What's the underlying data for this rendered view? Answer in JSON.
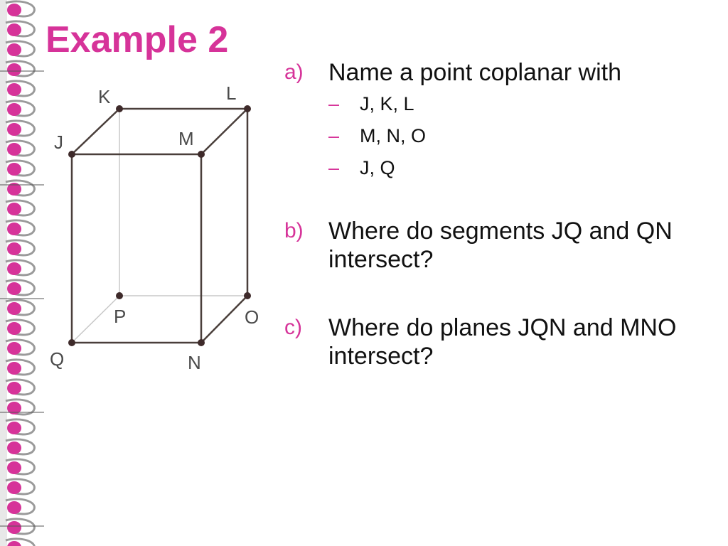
{
  "slide": {
    "title": "Example 2"
  },
  "figure": {
    "points": {
      "K": "K",
      "L": "L",
      "J": "J",
      "M": "M",
      "P": "P",
      "O": "O",
      "Q": "Q",
      "N": "N"
    }
  },
  "questions": [
    {
      "marker": "a)",
      "text": "Name a point coplanar with",
      "subitems": [
        {
          "dash": "–",
          "text": "J, K, L"
        },
        {
          "dash": "–",
          "text": "M, N, O"
        },
        {
          "dash": "–",
          "text": "J, Q"
        }
      ]
    },
    {
      "marker": "b)",
      "text": "Where do segments JQ and QN intersect?"
    },
    {
      "marker": "c)",
      "text": "Where do planes JQN and MNO intersect?"
    }
  ],
  "colors": {
    "accent": "#d63399",
    "text": "#111111",
    "edge": "#4a3f3b",
    "hidden_edge": "#c8c8c8",
    "point": "#3e2a2a"
  },
  "decoration": {
    "left_strip": "pink-spiral-binding"
  }
}
